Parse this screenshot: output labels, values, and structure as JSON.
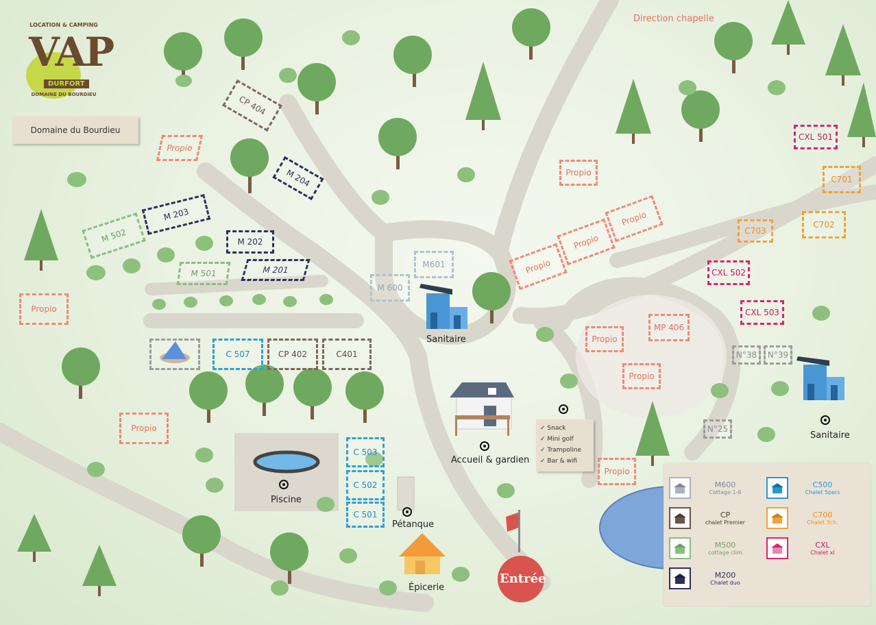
{
  "logo": {
    "top_text": "LOCATION & CAMPING",
    "big": "VAP",
    "ribbon": "DURFORT",
    "bottom_text": "DOMAINE DU BOURDIEU"
  },
  "domain_sign": "Domaine du Bourdieu",
  "direction": "Direction chapelle",
  "plots": {
    "cp404": "CP 404",
    "propio_a": "Propio",
    "m204": "M 204",
    "m203": "M 203",
    "m502": "M 502",
    "m202": "M 202",
    "m501": "M 501",
    "m201": "M 201",
    "propio_b": "Propio",
    "propio_c": "Propio",
    "m601": "M601",
    "m600": "M 600",
    "c507": "C 507",
    "cp402": "CP 402",
    "c401": "C401",
    "propio_d": "Propio",
    "propio_e": "Propio",
    "propio_f": "Propio",
    "propio_g": "Propio",
    "c503": "C 503",
    "c502": "C 502",
    "c501": "C 501",
    "cxl501": "CXL 501",
    "c701": "C701",
    "c703": "C703",
    "c702": "C702",
    "cxl502": "CXL 502",
    "cxl503": "CXL 503",
    "mp406": "MP 406",
    "propio_h": "Propio",
    "propio_i": "Propio",
    "n38": "N°38",
    "n39": "N°39",
    "n25": "N°25",
    "propio_j": "Propio"
  },
  "labels": {
    "sanitaire_1": "Sanitaire",
    "sanitaire_2": "Sanitaire",
    "accueil": "Accueil & gardien",
    "piscine": "Piscine",
    "petanque": "Pétanque",
    "epicerie": "Épicerie",
    "entree": "Entrée"
  },
  "services": [
    "Snack",
    "Mini golf",
    "Trampoline",
    "Bar & wifi"
  ],
  "legend": [
    {
      "code": "M600",
      "desc": "Cottage 1-6",
      "color": "#a9b3bd",
      "icon": "cottage-icon"
    },
    {
      "code": "C500",
      "desc": "Chalet 5pers",
      "color": "#1f9ad6",
      "icon": "chalet-icon"
    },
    {
      "code": "CP",
      "desc": "chalet Premier",
      "color": "#6b554b",
      "icon": "chalet-premier-icon"
    },
    {
      "code": "C700",
      "desc": "Chalet 3ch.",
      "color": "#f0a33a",
      "icon": "chalet-3ch-icon"
    },
    {
      "code": "M500",
      "desc": "cottage clim",
      "color": "#8dbb86",
      "icon": "cottage-clim-icon"
    },
    {
      "code": "CXL",
      "desc": "Chalet xl",
      "color": "#d9256f",
      "icon": "chalet-xl-icon"
    },
    {
      "code": "M200",
      "desc": "Chalet duo",
      "color": "#2d2f5e",
      "icon": "chalet-duo-icon"
    }
  ],
  "colors": {
    "road": "#d6d3c7",
    "tree": "#6ea95f",
    "lake": "#7ea6d8",
    "entrance": "#d9534f"
  }
}
